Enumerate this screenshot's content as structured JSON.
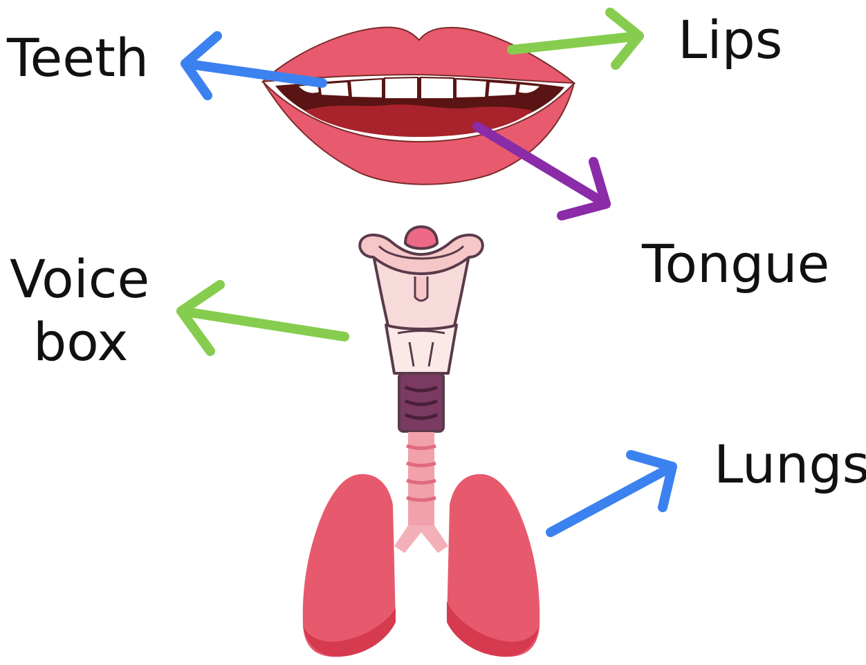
{
  "labels": {
    "teeth": "Teeth",
    "lips": "Lips",
    "tongue": "Tongue",
    "voice_box_line1": "Voice",
    "voice_box_line2": "box",
    "lungs": "Lungs"
  },
  "colors": {
    "arrow_blue": "#3b82f0",
    "arrow_green": "#86cc4e",
    "arrow_purple": "#8a2ba8",
    "lip_pink": "#e85a6e",
    "mouth_dark": "#5a1414",
    "tongue_red": "#a8232b",
    "teeth_white": "#ffffff",
    "larynx_pink": "#f6c7c8",
    "trachea_purple": "#7b3a62",
    "lung_pink": "#e75a6e",
    "lung_dark": "#d63a4e"
  }
}
